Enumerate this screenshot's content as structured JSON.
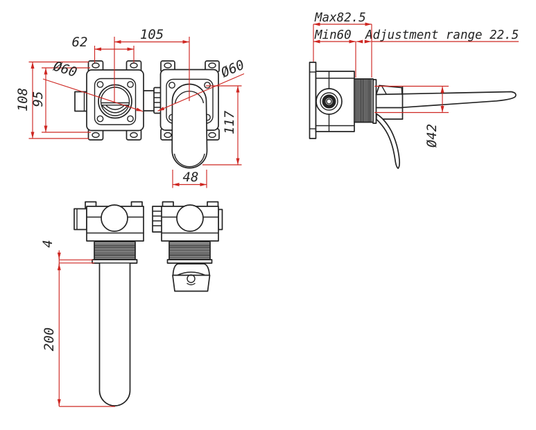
{
  "drawing": {
    "colors": {
      "line": "#242424",
      "dimension": "#ce2722",
      "background": "#ffffff"
    },
    "views": {
      "front": {
        "dims": {
          "hole_spacing": "62",
          "body_spacing": "105",
          "escutcheon_left": "Ø60",
          "escutcheon_right": "Ø60",
          "plate_height": "108",
          "hole_height": "95",
          "handle_length": "117",
          "handle_width": "48"
        }
      },
      "side": {
        "dims": {
          "max_depth": "Max82.5",
          "min_depth": "Min60",
          "adjustment_range": "Adjustment range 22.5",
          "spout_flange": "Ø42"
        }
      },
      "bottom": {
        "dims": {
          "flange_thickness": "4",
          "spout_reach": "200"
        }
      }
    }
  }
}
